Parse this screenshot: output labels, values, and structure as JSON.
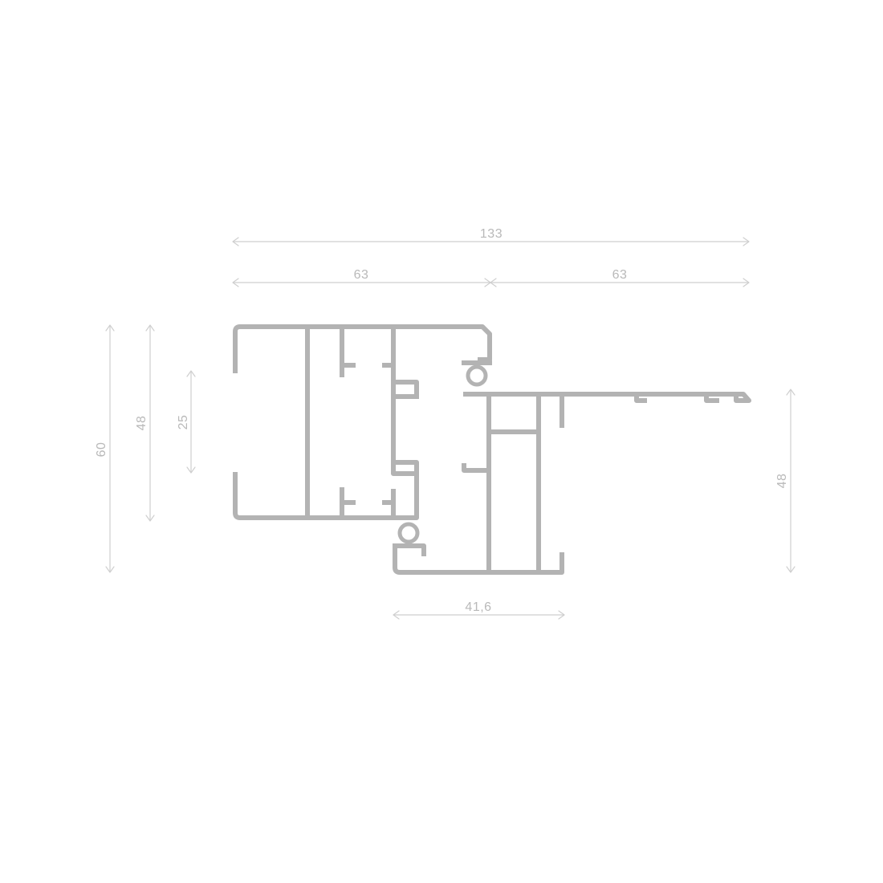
{
  "colors": {
    "profile": "#b3b3b3",
    "dimension": "#cfcfcf",
    "label": "#b9b9b9",
    "background": "#ffffff"
  },
  "dimensions": {
    "overall_width": "133",
    "left_width": "63",
    "right_width": "63",
    "frame_height": "60",
    "sash_height": "48",
    "glazing_height": "25",
    "right_height": "48",
    "bottom_width": "41,6"
  }
}
